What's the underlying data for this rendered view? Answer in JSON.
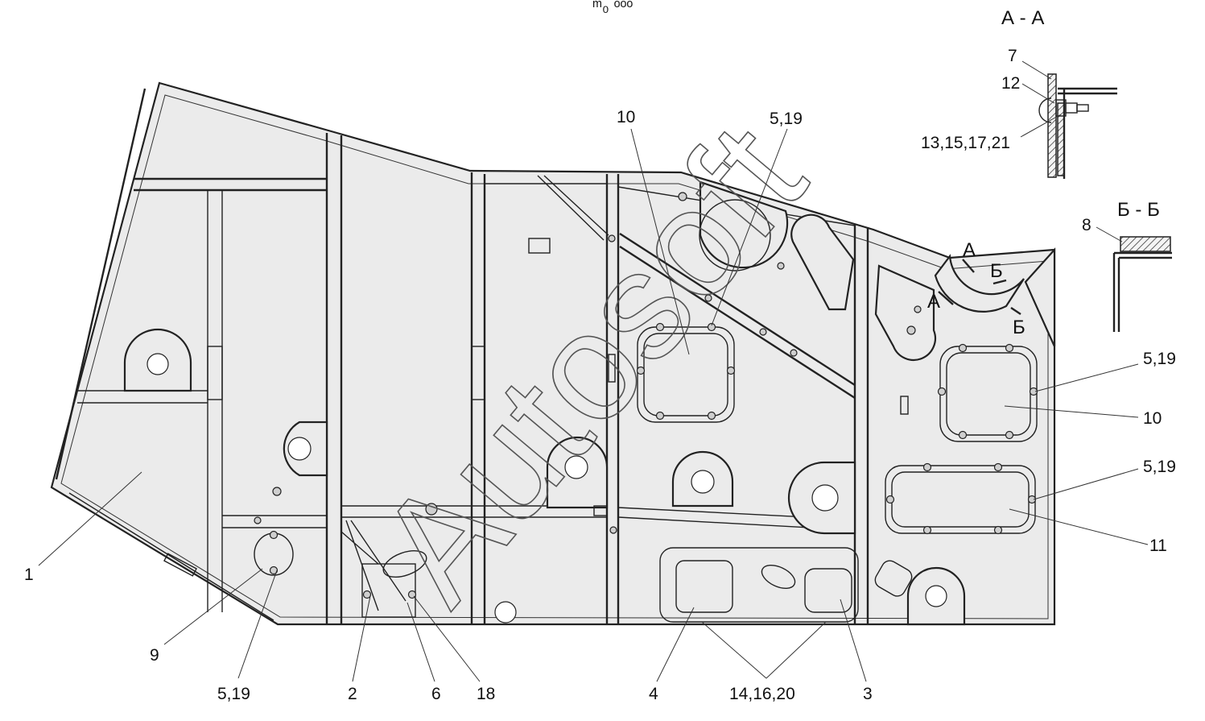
{
  "watermark": "Autosoft",
  "top_mark": "ᵐ₀ ᵒᵒᵒ",
  "sections": {
    "aa_title": "А - А",
    "bb_title": "Б - Б",
    "mark_a": "А",
    "mark_b": "Б"
  },
  "callouts": {
    "c1": "1",
    "c2": "2",
    "c3": "3",
    "c4": "4",
    "c6": "6",
    "c7": "7",
    "c8": "8",
    "c9": "9",
    "c10_top": "10",
    "c10_right": "10",
    "c11": "11",
    "c12": "12",
    "c18": "18",
    "c519_top": "5,19",
    "c519_right_a": "5,19",
    "c519_right_b": "5,19",
    "c519_bottom": "5,19",
    "c13": "13,15,17,21",
    "c14": "14,16,20"
  }
}
